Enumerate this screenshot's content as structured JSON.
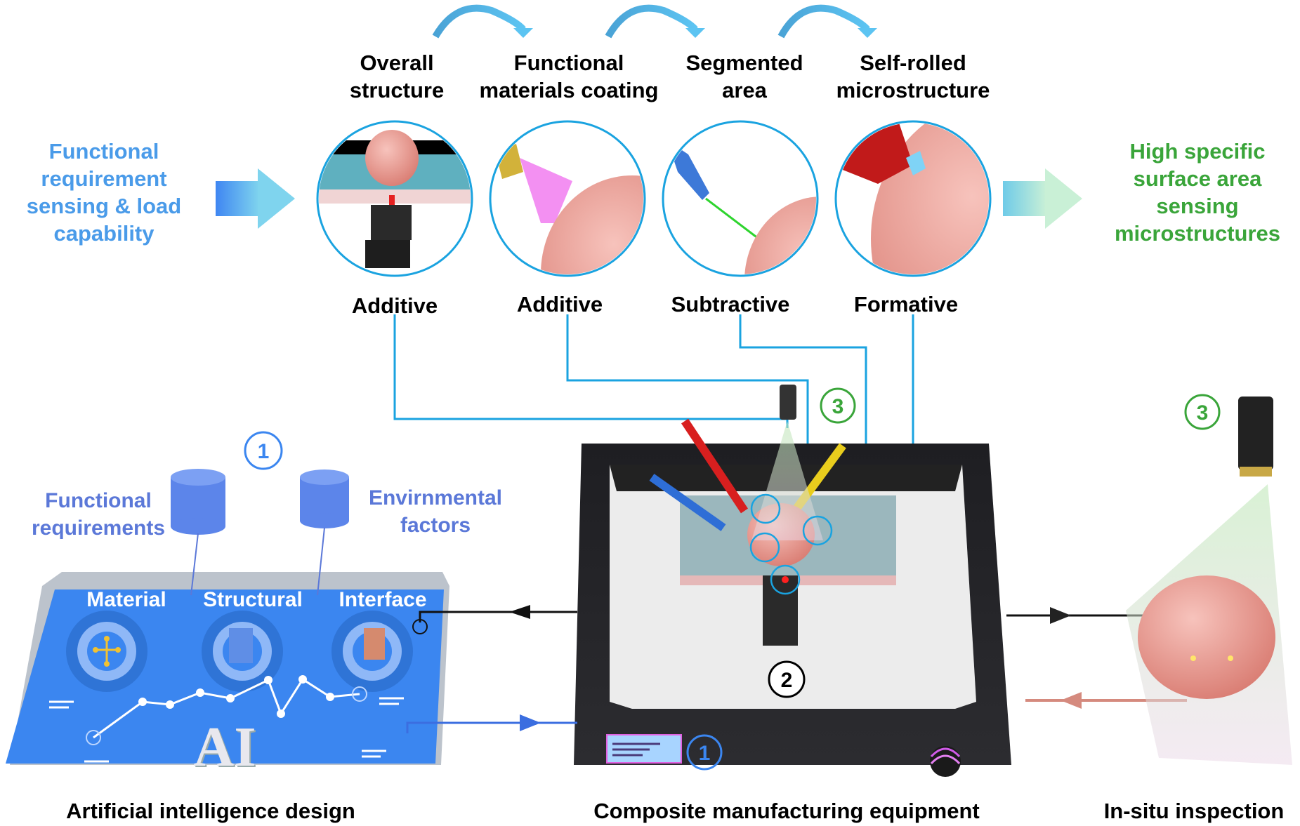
{
  "input": {
    "text": "Functional\nrequirement\nsensing & load\ncapability",
    "color": "#4a9be9"
  },
  "output": {
    "text": "High specific\nsurface area\nsensing\nmicrostructures",
    "color": "#3aa53a"
  },
  "steps": [
    {
      "title": "Overall\nstructure",
      "process": "Additive"
    },
    {
      "title": "Functional\nmaterials coating",
      "process": "Additive"
    },
    {
      "title": "Segmented\narea",
      "process": "Subtractive"
    },
    {
      "title": "Self-rolled\nmicrostructure",
      "process": "Formative"
    }
  ],
  "ai_panel": {
    "badge": "1",
    "inputs": [
      "Functional\nrequirements",
      "Envirnmental\nfactors"
    ],
    "modules": [
      "Material",
      "Structural",
      "Interface"
    ],
    "logo": "AI",
    "caption": "Artificial intelligence design",
    "color": "#3b86f0"
  },
  "equipment": {
    "badge_center": "2",
    "badge_camera": "3",
    "badge_screen": "1",
    "caption": "Composite manufacturing equipment"
  },
  "inspection": {
    "badge": "3",
    "caption": "In-situ inspection"
  },
  "colors": {
    "connector": "#1aa3e0",
    "badge_blue": "#3b86f0",
    "badge_green": "#3aa53a",
    "flow_arrow": "#4fb8e8"
  }
}
